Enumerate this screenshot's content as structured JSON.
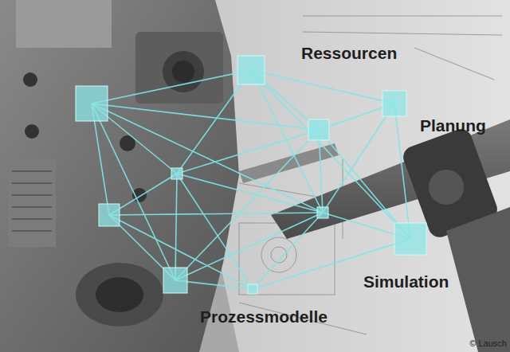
{
  "diagram": {
    "labels": [
      "Ressourcen",
      "Planung",
      "Simulation",
      "Prozessmodelle",
      "© Lausch"
    ]
  }
}
